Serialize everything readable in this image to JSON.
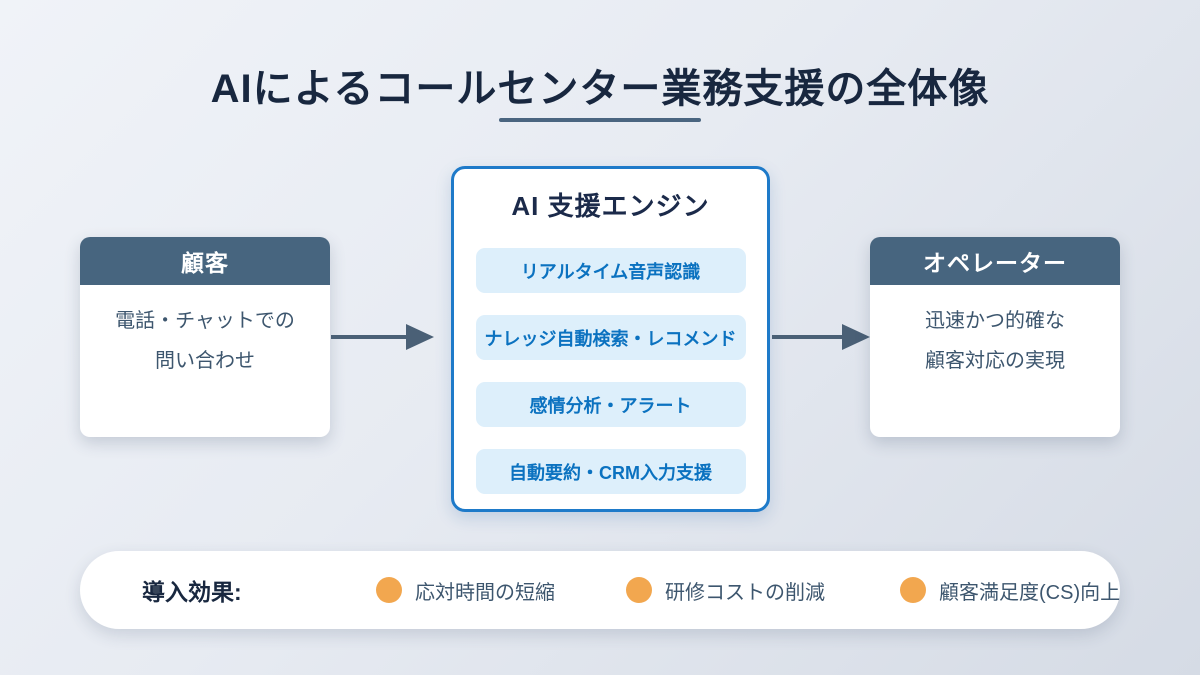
{
  "page": {
    "title": "AIによるコールセンター業務支援の全体像"
  },
  "customer_box": {
    "header": "顧客",
    "body_line1": "電話・チャットでの",
    "body_line2": "問い合わせ"
  },
  "engine_box": {
    "title": "AI 支援エンジン",
    "features": [
      {
        "label": "リアルタイム音声認識"
      },
      {
        "label": "ナレッジ自動検索・レコメンド"
      },
      {
        "label": "感情分析・アラート"
      },
      {
        "label": "自動要約・CRM入力支援"
      }
    ]
  },
  "operator_box": {
    "header": "オペレーター",
    "body_line1": "迅速かつ的確な",
    "body_line2": "顧客対応の実現"
  },
  "benefits_bar": {
    "label": "導入効果:",
    "items": [
      {
        "label": "応対時間の短縮"
      },
      {
        "label": "研修コストの削減"
      },
      {
        "label": "顧客満足度(CS)向上"
      }
    ]
  },
  "colors": {
    "background_gradient_start": "#f0f3f8",
    "background_gradient_end": "#d5dbe5",
    "title_navy": "#18273f",
    "underline_slate": "#4a6580",
    "box_header_slate": "#47657f",
    "body_text_slate": "#3d566e",
    "engine_border_blue": "#1e7ac9",
    "pill_bg_light_blue": "#ddeffb",
    "pill_text_blue": "#0b72c0",
    "arrow_slate": "#4a6076",
    "bullet_orange": "#f2a74f"
  }
}
